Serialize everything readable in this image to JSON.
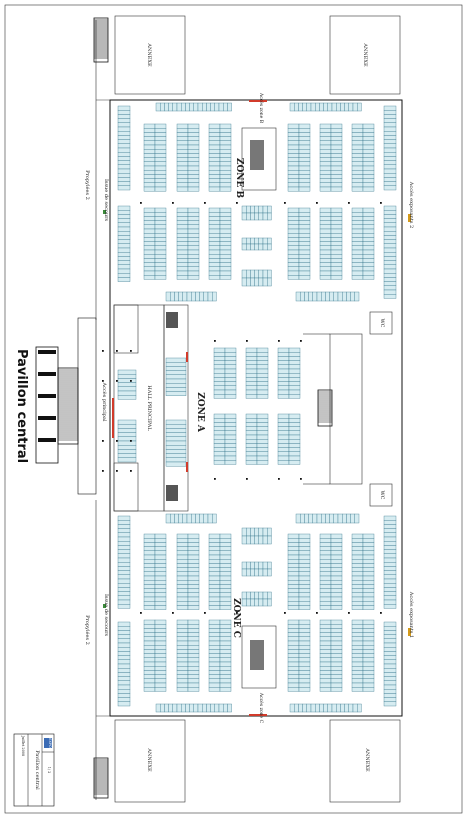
{
  "title": "Pavillon central",
  "zones": {
    "a": "ZONE A",
    "b": "ZONE B",
    "c": "ZONE C"
  },
  "rooms": {
    "annexe_tl": "ANNEXE",
    "annexe_tr": "ANNEXE",
    "annexe_bl": "ANNEXE",
    "annexe_br": "ANNEXE",
    "wc_top": "WC",
    "wc_bottom": "WC",
    "hall": "HALL PRINCIPAL"
  },
  "labels": {
    "propylees_top": "Propylées 2",
    "propylees_bottom": "Propylées 2",
    "issue_top": "Issue de secours",
    "issue_bottom": "Issue de secours",
    "acces_expo_top": "Accès exposants 2",
    "acces_expo_bottom": "Accès exposants 1",
    "acces_principal": "Accès principal",
    "acces_zone_b": "Accès zone B",
    "acces_zone_c": "Accès zone C"
  },
  "cartouche": {
    "logo": "EXPO",
    "name": "Pavillon central",
    "date": "Juillet 2008",
    "scale": "1/ 2"
  },
  "colors": {
    "booth_fill": "#d6ecf1",
    "booth_stroke": "#2d6f86",
    "door": "#d23b2b",
    "marker": "#d49a1a",
    "wall": "#111111"
  }
}
